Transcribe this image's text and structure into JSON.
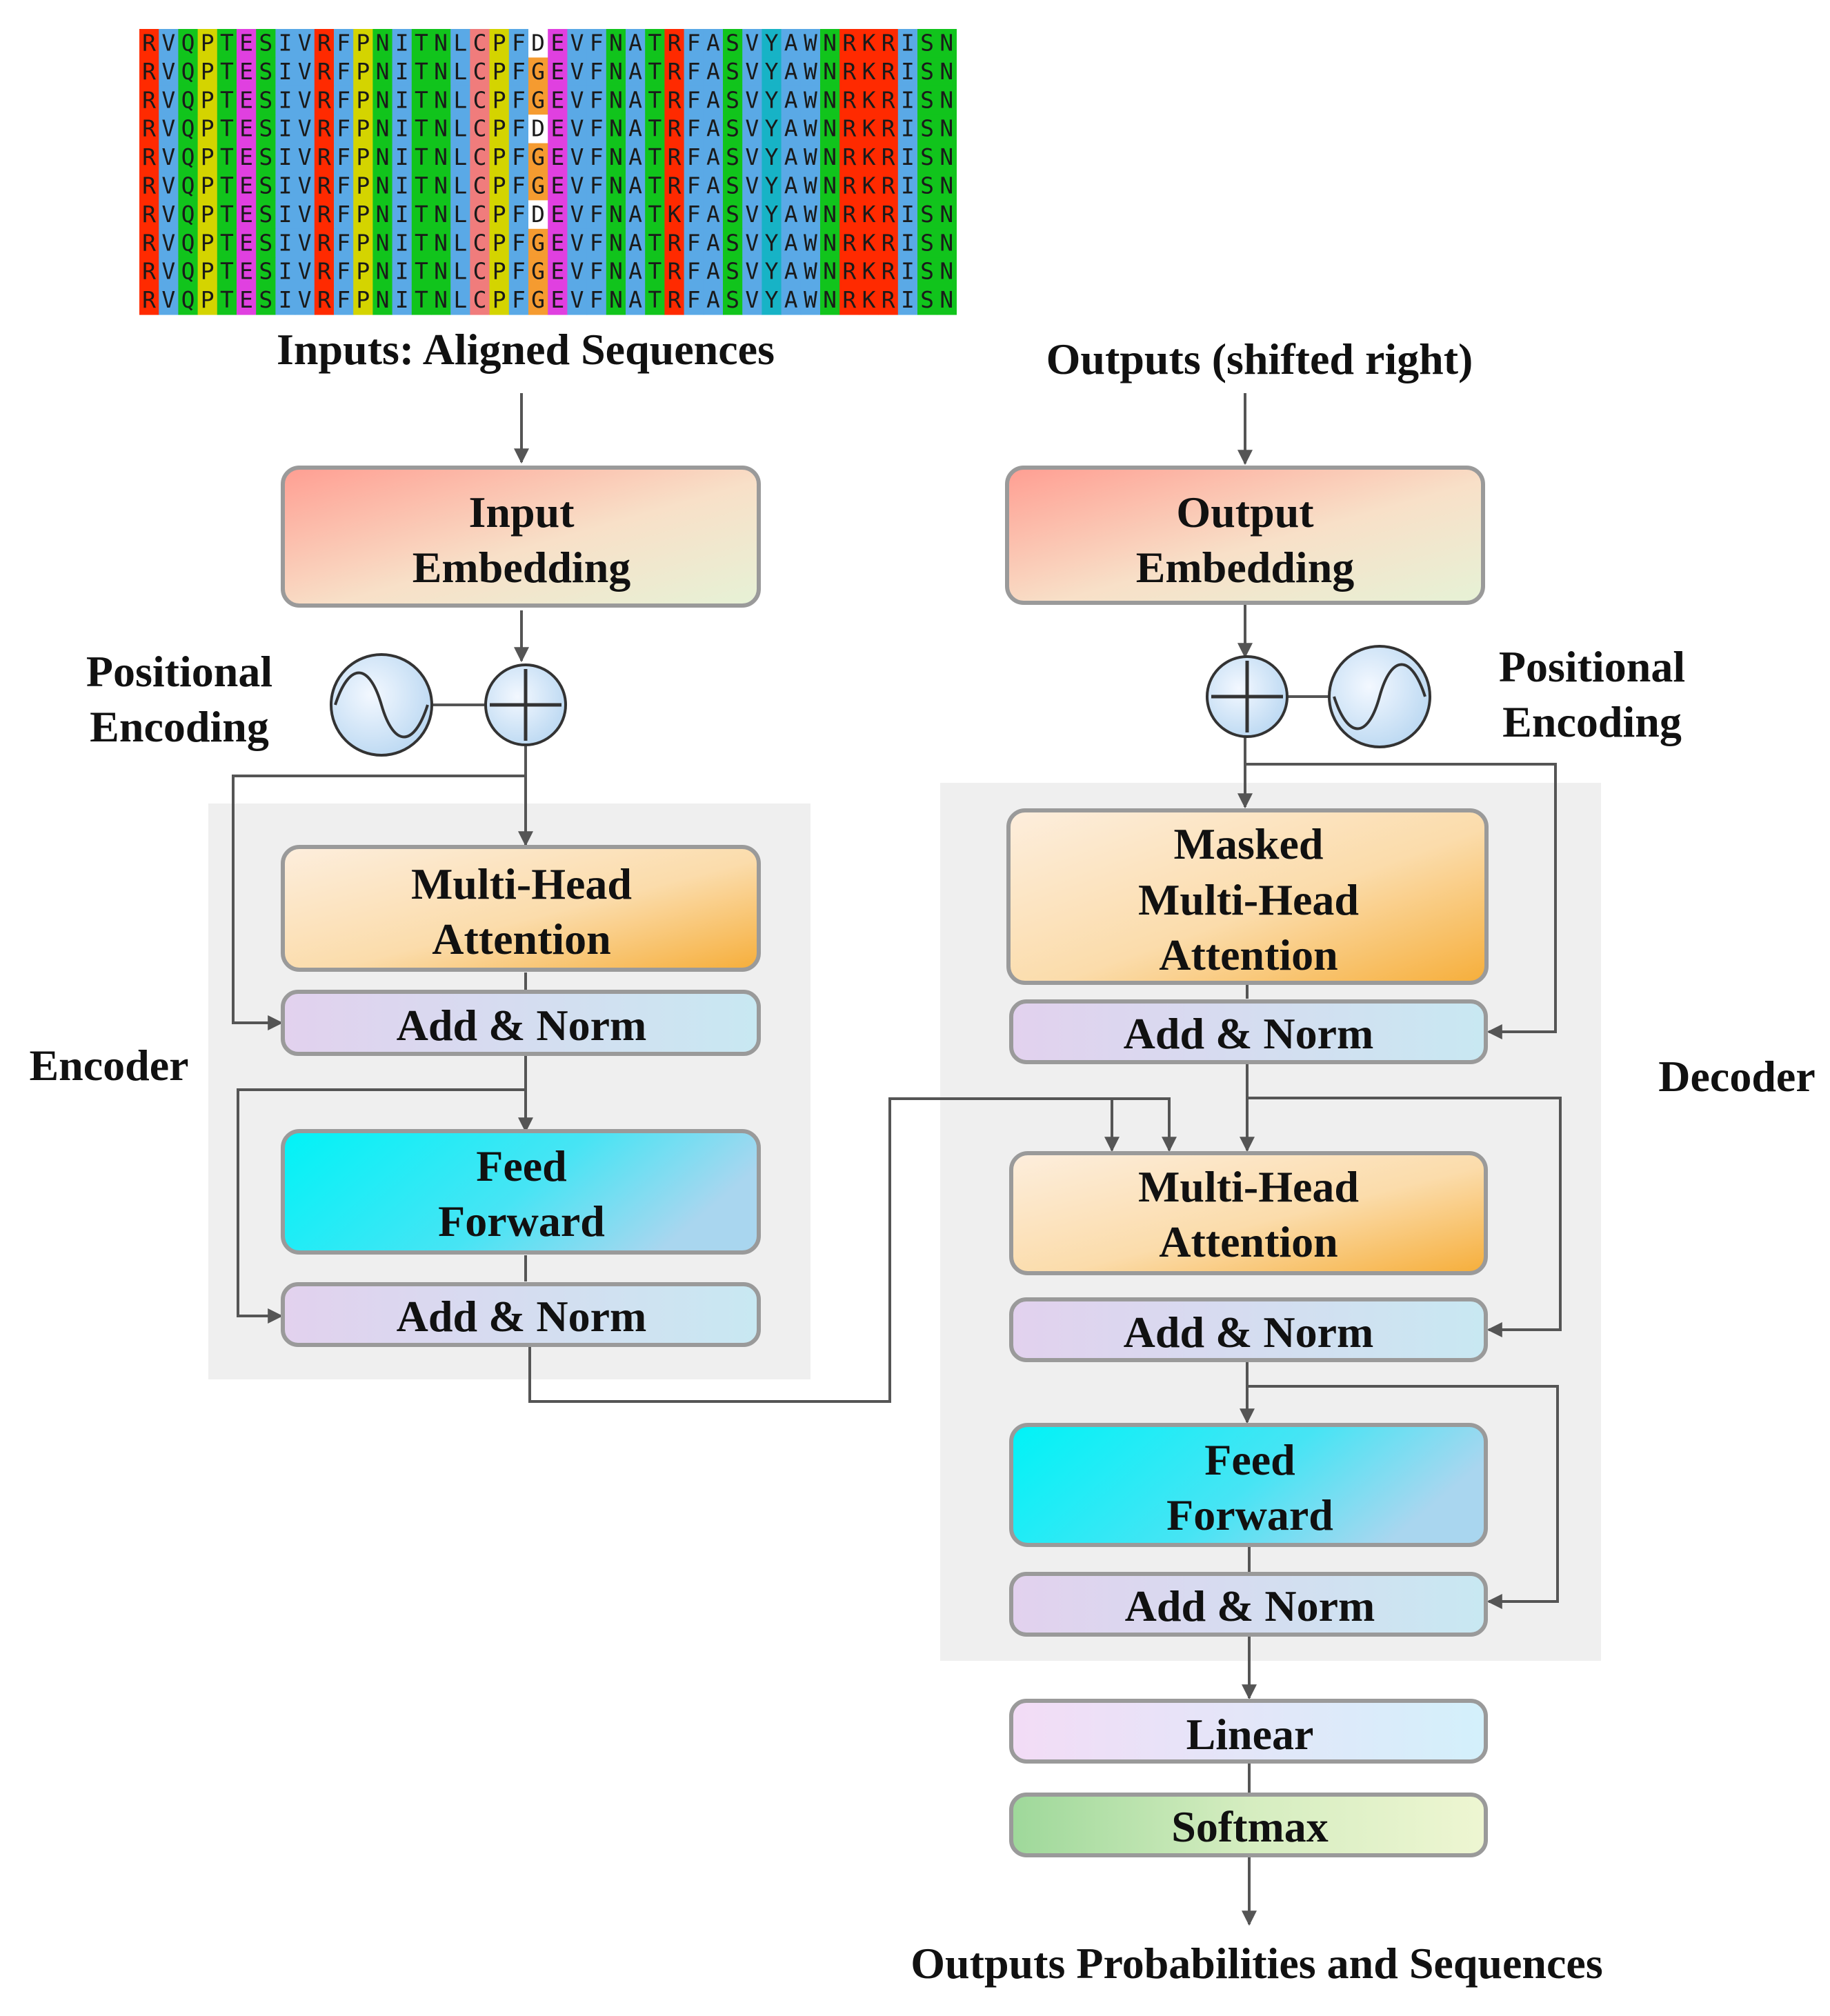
{
  "sequences": {
    "rows": [
      "RVQPTESIVRFPNITNLCPFDEVFNATRFASVYAWNRKRISN",
      "RVQPTESIVRFPNITNLCPFGEVFNATRFASVYAWNRKRISN",
      "RVQPTESIVRFPNITNLCPFGEVFNATRFASVYAWNRKRISN",
      "RVQPTESIVRFPNITNLCPFDEVFNATRFASVYAWNRKRISN",
      "RVQPTESIVRFPNITNLCPFGEVFNATRFASVYAWNRKRISN",
      "RVQPTESIVRFPNITNLCPFGEVFNATRFASVYAWNRKRISN",
      "RVQPTESIVRFPNITNLCPFDEVFNATKFASVYAWNRKRISN",
      "RVQPTESIVRFPNITNLCPFGEVFNATRFASVYAWNRKRISN",
      "RVQPTESIVRFPNITNLCPFGEVFNATRFASVYAWNRKRISN",
      "RVQPTESIVRFPNITNLCPFGEVFNATRFASVYAWNRKRISN"
    ],
    "residue_colors": {
      "R": "#ff2a00",
      "K": "#ff2a00",
      "V": "#5aa9e6",
      "I": "#5aa9e6",
      "L": "#5aa9e6",
      "F": "#5aa9e6",
      "A": "#5aa9e6",
      "W": "#5aa9e6",
      "Q": "#11c41c",
      "T": "#11c41c",
      "S": "#11c41c",
      "N": "#11c41c",
      "P": "#d4d400",
      "E": "#e040e0",
      "D": "#e040e0",
      "C": "#f07c7c",
      "G": "#f59b30",
      "Y": "#17b3c6"
    }
  },
  "labels": {
    "inputs": "Inputs: Aligned Sequences",
    "outputs_shifted": "Outputs (shifted right)",
    "positional_encoding_left": [
      "Positional",
      "Encoding"
    ],
    "positional_encoding_right": [
      "Positional",
      "Encoding"
    ],
    "encoder": "Encoder",
    "decoder": "Decoder",
    "final_output": "Outputs Probabilities and Sequences"
  },
  "encoder": {
    "input_embedding": [
      "Input",
      "Embedding"
    ],
    "multi_head_attention": [
      "Multi-Head",
      "Attention"
    ],
    "add_norm_1": "Add & Norm",
    "feed_forward": [
      "Feed",
      "Forward"
    ],
    "add_norm_2": "Add & Norm"
  },
  "decoder": {
    "output_embedding": [
      "Output",
      "Embedding"
    ],
    "masked_attention": [
      "Masked",
      "Multi-Head",
      "Attention"
    ],
    "add_norm_1": "Add & Norm",
    "multi_head_attention": [
      "Multi-Head",
      "Attention"
    ],
    "add_norm_2": "Add & Norm",
    "feed_forward": [
      "Feed",
      "Forward"
    ],
    "add_norm_3": "Add & Norm",
    "linear": "Linear",
    "softmax": "Softmax"
  },
  "colors": {
    "embedding": [
      "#ffb3a6",
      "#ecf5d8"
    ],
    "attention": [
      "#fdeedb",
      "#f7b84b"
    ],
    "add_norm": [
      "#e0d2ee",
      "#cde8f3"
    ],
    "feed_forward": [
      "#00f0f5",
      "#9dd9f0"
    ],
    "linear": [
      "#f3ddf5",
      "#d5f0fa"
    ],
    "softmax": [
      "#a9dfa4",
      "#edf5d0"
    ],
    "panel": "#efefef",
    "sinusoid_circle": [
      "#eaf4ff",
      "#b9d8f2"
    ]
  }
}
